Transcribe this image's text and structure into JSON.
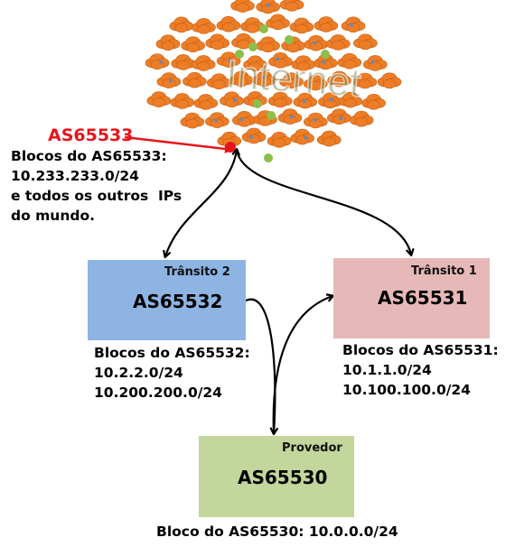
{
  "internet_cloud": {
    "label": "Internet",
    "colors": {
      "cloud": "#ed7d26",
      "cloud_edge": "#c85f12",
      "dot_green": "#8cbf4a",
      "dot_blue": "#6a86b5",
      "label": "#8a8a5a"
    }
  },
  "external_as": {
    "name": "AS65533",
    "color": "#e8141b",
    "blocks_lines": [
      "Blocos do AS65533:",
      "10.233.233.0/24",
      "e todos os outros  IPs",
      "do mundo."
    ]
  },
  "transit2": {
    "tag": "Trânsito 2",
    "as": "AS65532",
    "color": "#8eb4e3",
    "blocks_lines": [
      "Blocos do AS65532:",
      "10.2.2.0/24",
      "10.200.200.0/24"
    ]
  },
  "transit1": {
    "tag": "Trânsito 1",
    "as": "AS65531",
    "color": "#e6b9b8",
    "blocks_lines": [
      "Blocos do AS65531:",
      "10.1.1.0/24",
      "10.100.100.0/24"
    ]
  },
  "provider": {
    "tag": "Provedor",
    "as": "AS65530",
    "color": "#c3d69b",
    "blocks_line": "Bloco do AS65530: 10.0.0.0/24"
  }
}
